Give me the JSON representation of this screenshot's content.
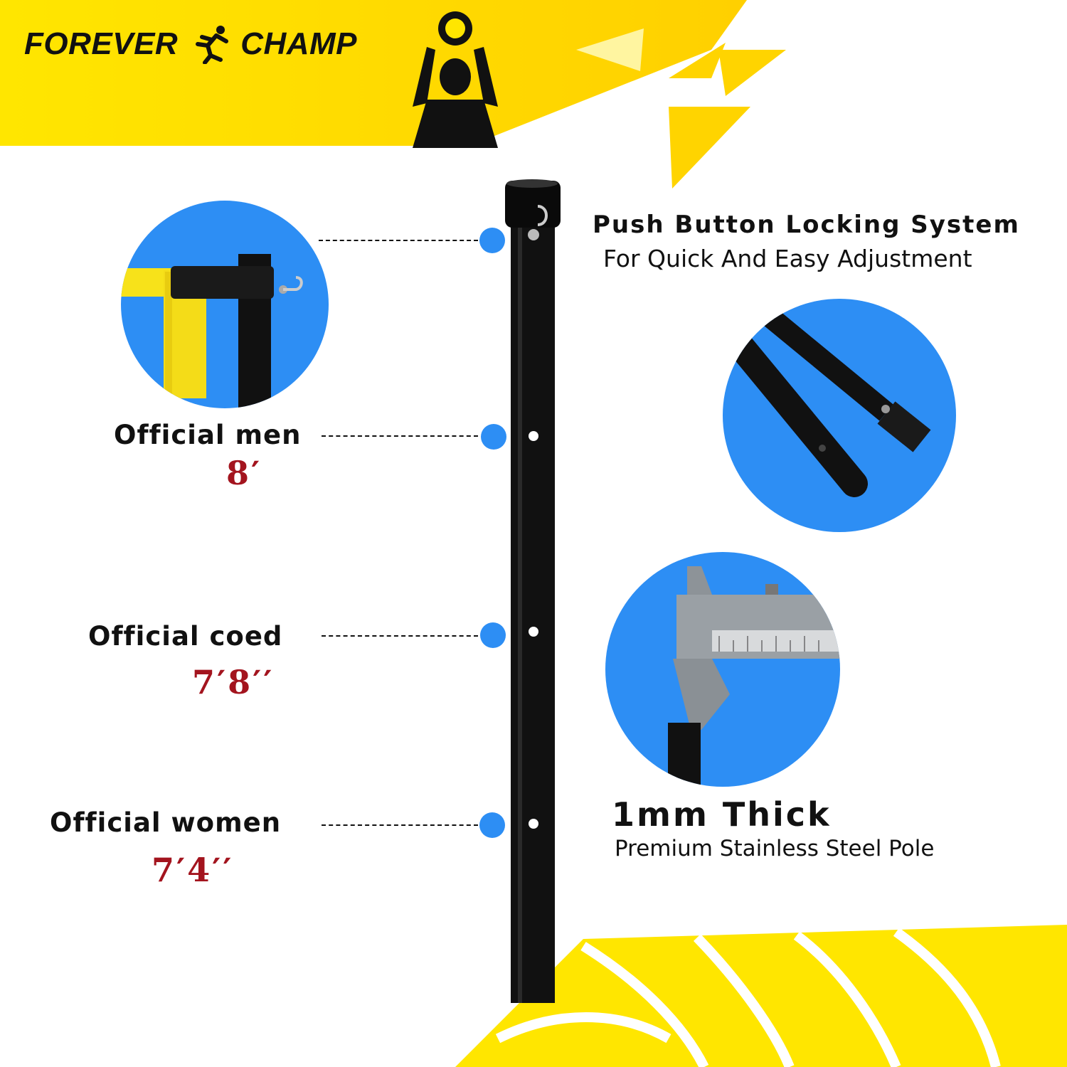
{
  "brand": {
    "name": "FOREVER CHAMP",
    "word1": "FOREVER",
    "word2": "CHAMP"
  },
  "features": {
    "locking": {
      "title": "Push Button Locking System",
      "subtitle": "For Quick And Easy Adjustment"
    },
    "thickness": {
      "title": "1mm Thick",
      "subtitle": "Premium Stainless Steel Pole"
    }
  },
  "heights": [
    {
      "label": "Official men",
      "value": "8′"
    },
    {
      "label": "Official coed",
      "value": "7′8′′"
    },
    {
      "label": "Official women",
      "value": "7′4′′"
    }
  ],
  "colors": {
    "accent_blue": "#2d8ef4",
    "brand_yellow": "#ffe600",
    "height_red": "#a3141e",
    "pole_black": "#111111"
  },
  "icons": [
    "runner-icon",
    "volleyball-player-icon",
    "volleyball-pattern"
  ]
}
